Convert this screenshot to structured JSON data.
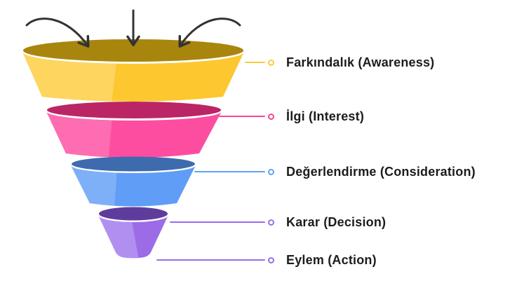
{
  "diagram": {
    "type": "funnel",
    "background": "#ffffff",
    "text_color": "#1c1c1c",
    "arrows": {
      "count": 3,
      "color": "#333333"
    },
    "stages": [
      {
        "label": "Farkındalık (Awareness)",
        "colors": {
          "top": "#a8860e",
          "body": "#fdc72f",
          "highlight": "#fdd55f",
          "accent": "#fcca3f"
        }
      },
      {
        "label": "İlgi (Interest)",
        "colors": {
          "top": "#bc2565",
          "body": "#fd4da1",
          "highlight": "#fe6cb1",
          "accent": "#fa4494"
        }
      },
      {
        "label": "Değerlendirme (Consideration)",
        "colors": {
          "top": "#3e6bae",
          "body": "#5f9df6",
          "highlight": "#7eb0f8",
          "accent": "#61a2f6"
        }
      },
      {
        "label": "Karar (Decision)",
        "colors": {
          "top": "#5e3c9c",
          "body": "#9c6ce7",
          "highlight": "#b18ff1",
          "accent": "#9d6bef"
        }
      },
      {
        "label": "Eylem (Action)",
        "colors": {
          "accent": "#9d6bef"
        }
      }
    ]
  }
}
